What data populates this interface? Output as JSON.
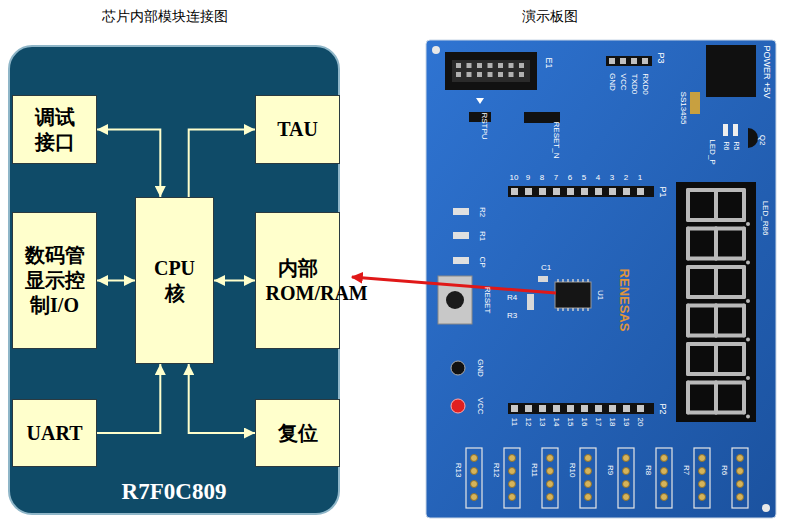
{
  "diagram": {
    "nodes": [
      {
        "text": [
          "R7F0C809"
        ]
      },
      {
        "text": [
          "调试接口"
        ],
        "in": 0
      },
      {
        "text": [
          "TAU"
        ],
        "in": 0
      },
      {
        "text": [
          "数码管显示控制I/O"
        ],
        "in": 0
      },
      {
        "text": [
          "CPU核"
        ],
        "in": 0
      },
      {
        "text": [
          "内部ROM/RAM"
        ],
        "in": 0
      },
      {
        "text": [
          "UART"
        ],
        "in": 0
      },
      {
        "text": [
          "复位"
        ],
        "in": 0
      }
    ],
    "edges": [
      {
        "from": 1,
        "to": 4,
        "arrow": "both"
      },
      {
        "from": 4,
        "to": 2,
        "arrow": "to"
      },
      {
        "from": 3,
        "to": 4,
        "arrow": "both"
      },
      {
        "from": 4,
        "to": 5,
        "arrow": "both"
      },
      {
        "from": 6,
        "to": 4,
        "arrow": "to"
      },
      {
        "from": 4,
        "to": 7,
        "arrow": "both"
      }
    ],
    "labels": [
      "芯片内部模块连接图",
      "演示板图",
      "E1",
      "RSTPU",
      "RESET_N",
      "P3",
      "GND",
      "VCC",
      "TXD0",
      "RXD0",
      "SS13455",
      "POWER +5V",
      "Q2",
      "R5",
      "R6",
      "LED_P",
      "LED_R86",
      "10",
      "9",
      "8",
      "7",
      "6",
      "5",
      "4",
      "3",
      "2",
      "1",
      "P1",
      "R2",
      "R1",
      "CP",
      "C1",
      "RESET",
      "R4",
      "R3",
      "U1",
      "RENESAS",
      "GND",
      "VCC",
      "P2",
      "11",
      "12",
      "13",
      "14",
      "15",
      "16",
      "17",
      "18",
      "19",
      "20",
      "R13",
      "R12",
      "R11",
      "R10",
      "R9",
      "R8",
      "R7",
      "R6"
    ]
  }
}
